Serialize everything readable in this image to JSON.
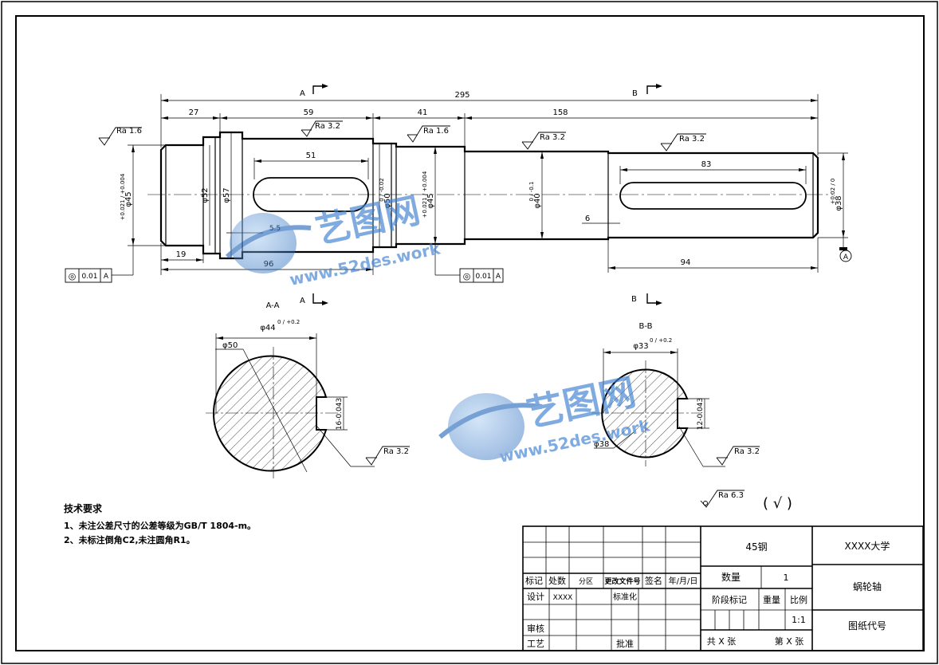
{
  "dimensions": {
    "overall": "295",
    "d27": "27",
    "d59": "59",
    "d41": "41",
    "d158": "158",
    "d51": "51",
    "d83": "83",
    "d19": "19",
    "d96": "96",
    "d94": "94",
    "d6": "6",
    "d5_5": "5.5",
    "dia52": "φ52",
    "dia57": "φ57",
    "dia45": "φ45",
    "tol45": "+0.021 / +0.004",
    "dia45b": "φ45",
    "tol45b": "+0.021 / +0.004",
    "dia50": "φ50",
    "tol50": "0 / -0.02",
    "dia40": "φ40",
    "tol40": "0 / -0.1",
    "dia38": "φ38",
    "tol38": "+0.02 / 0"
  },
  "roughness": {
    "r1": "Ra 1.6",
    "r2": "Ra 3.2",
    "r3": "Ra 1.6",
    "r4": "Ra 3.2",
    "r5": "Ra 3.2",
    "r6": "Ra 3.2",
    "r7": "Ra 3.2",
    "general": "Ra 6.3",
    "general_mark": "( √ )"
  },
  "tolerance_frames": {
    "f1": {
      "symbol": "◎",
      "value": "0.01",
      "datum": "A"
    },
    "f2": {
      "symbol": "◎",
      "value": "0.01",
      "datum": "A"
    }
  },
  "datum_label": "A",
  "sections": {
    "a_top": "A",
    "a_bottom": "A",
    "b_top": "B",
    "b_bottom": "B",
    "aa_title": "A-A",
    "bb_title": "B-B",
    "aa_dia44": "φ44",
    "aa_dia44_tol": "0 / +0.2",
    "aa_dia50": "φ50",
    "aa_key": "16-0.043",
    "bb_dia33": "φ33",
    "bb_dia33_tol": "0 / +0.2",
    "bb_dia38": "φ38",
    "bb_key": "12-0.043"
  },
  "notes": {
    "title": "技术要求",
    "line1": "1、未注公差尺寸的公差等级为GB/T 1804-m。",
    "line2": "2、未标注倒角C2,未注圆角R1。"
  },
  "title_block": {
    "material": "45钢",
    "school": "XXXX大学",
    "part_name": "蜗轮轴",
    "drawing_code": "图纸代号",
    "qty_label": "数量",
    "qty_value": "1",
    "stage_label": "阶段标记",
    "weight_label": "重量",
    "scale_label": "比例",
    "scale_value": "1:1",
    "total_sheets": "共 X 张",
    "sheet_no": "第 X 张",
    "col_mark": "标记",
    "col_count": "处数",
    "col_zone": "分区",
    "col_doc": "更改文件号",
    "col_sign": "签名",
    "col_date": "年/月/日",
    "design": "设计",
    "designer": "XXXX",
    "standard": "标准化",
    "review": "审核",
    "process": "工艺",
    "approve": "批准"
  },
  "watermark": {
    "brand": "艺图网",
    "url": "www.52des.work"
  }
}
